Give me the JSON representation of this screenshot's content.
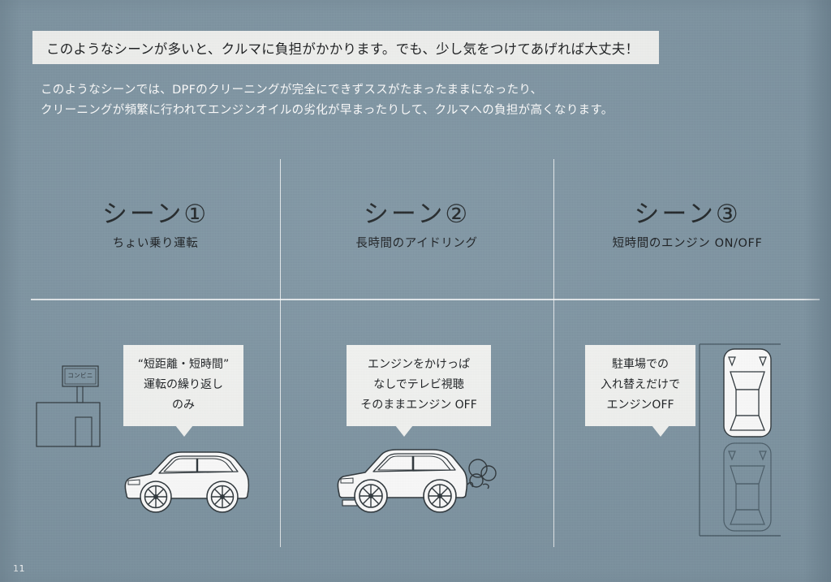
{
  "page": {
    "number": "11",
    "background_color": "#7d94a2",
    "rule_color": "#ffffff"
  },
  "header": {
    "headline": "このようなシーンが多いと、クルマに負担がかかります。でも、少し気をつけてあげれば大丈夫！",
    "headline_bar_color": "#f2f3f1"
  },
  "lead": {
    "line1": "このようなシーンでは、DPFのクリーニングが完全にできずススがたまったままになったり、",
    "line2": "クリーニングが頻繁に行われてエンジンオイルの劣化が早まったりして、クルマへの負担が高くなります。"
  },
  "scenes": [
    {
      "title": "シーン①",
      "subtitle": "ちょい乗り運転",
      "bubble": {
        "lines": [
          "“短距離・短時間”",
          "運転の繰り返し",
          "のみ"
        ]
      },
      "illustration": "convenience-store-and-car",
      "sign_label": "コンビニ"
    },
    {
      "title": "シーン②",
      "subtitle": "長時間のアイドリング",
      "bubble": {
        "lines": [
          "エンジンをかけっぱ",
          "なしでテレビ視聴",
          "そのままエンジン OFF"
        ]
      },
      "illustration": "idling-car-with-exhaust"
    },
    {
      "title": "シーン③",
      "subtitle": "短時間のエンジン ON/OFF",
      "bubble": {
        "lines": [
          "駐車場での",
          "入れ替えだけで",
          "エンジンOFF"
        ]
      },
      "illustration": "parking-lot-top-view-cars"
    }
  ]
}
